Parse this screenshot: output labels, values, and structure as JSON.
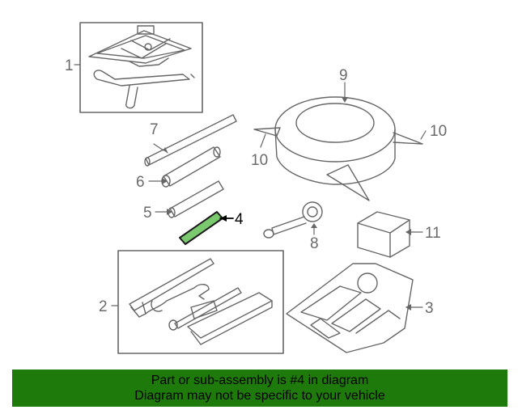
{
  "callouts": {
    "c1": "1",
    "c2": "2",
    "c3": "3",
    "c4": "4",
    "c5": "5",
    "c6": "6",
    "c7": "7",
    "c8": "8",
    "c9": "9",
    "c10a": "10",
    "c10b": "10",
    "c11": "11"
  },
  "highlight": {
    "part": "4",
    "color": "#1f7a0c"
  },
  "banner": {
    "line1": "Part or sub-assembly is #4 in diagram",
    "line2": "Diagram may not be specific to your vehicle",
    "color": "#1f7a0c"
  }
}
